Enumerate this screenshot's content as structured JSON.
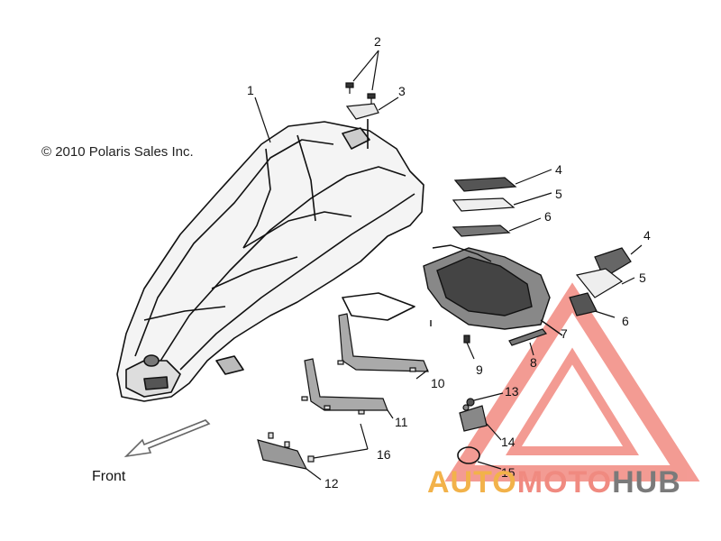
{
  "copyright": "© 2010 Polaris Sales Inc.",
  "front_label": "Front",
  "callouts": {
    "c1": "1",
    "c2": "2",
    "c3": "3",
    "c4a": "4",
    "c5a": "5",
    "c6a": "6",
    "c4b": "4",
    "c5b": "5",
    "c6b": "6",
    "c7": "7",
    "c8": "8",
    "c9": "9",
    "c10": "10",
    "c11": "11",
    "c12": "12",
    "c13": "13",
    "c14": "14",
    "c15": "15",
    "c16": "16"
  },
  "watermark": {
    "part1": "AUTO",
    "part2": "MOTO",
    "part3": "HUB",
    "color_auto": "#f2b24a",
    "color_moto": "#f08a80",
    "color_hub": "#7a7a7a",
    "triangle_color": "#f07a70"
  }
}
